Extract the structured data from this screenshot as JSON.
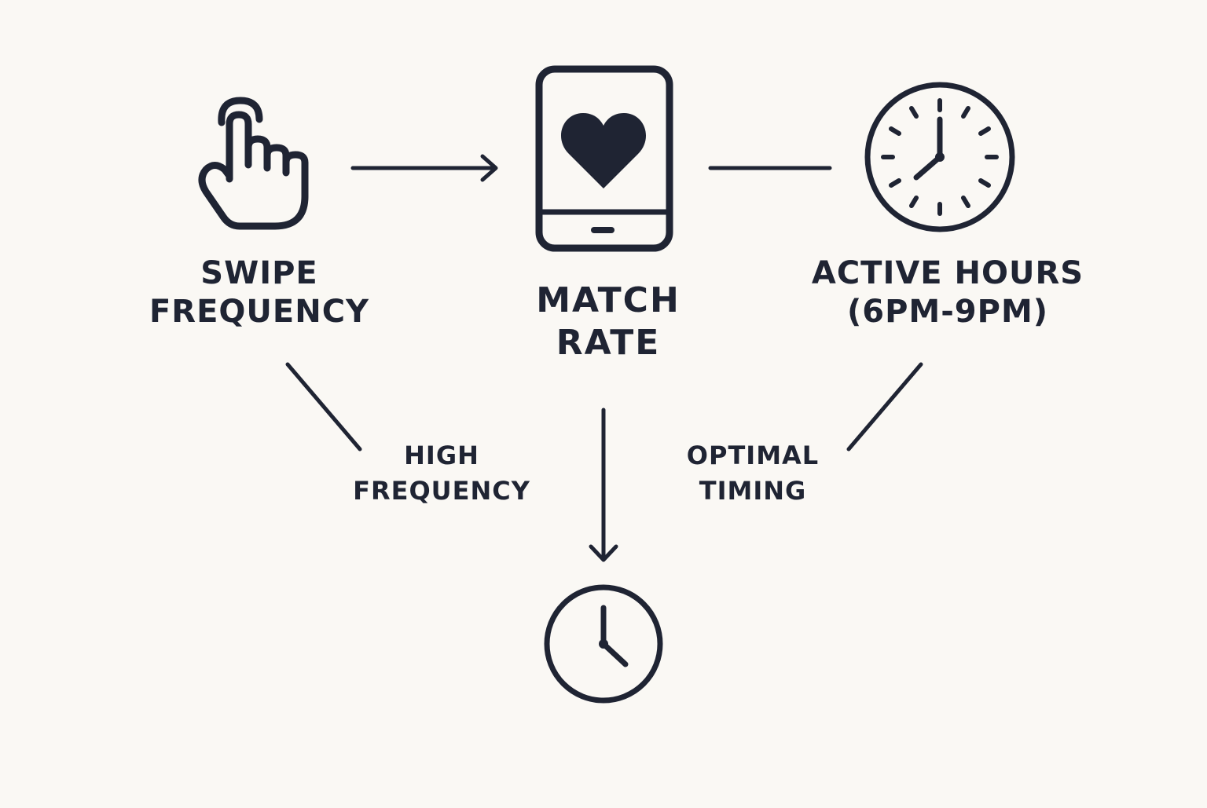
{
  "colors": {
    "background": "#faf8f4",
    "ink": "#1f2433"
  },
  "nodes": {
    "swipe": {
      "icon": "pointing-hand-icon",
      "line1": "SWIPE",
      "line2": "FREQUENCY"
    },
    "match": {
      "icon": "phone-heart-icon",
      "line1": "MATCH",
      "line2": "RATE"
    },
    "active": {
      "icon": "clock-icon",
      "line1": "ACTIVE HOURS",
      "line2": "(6PM-9PM)"
    },
    "result": {
      "icon": "clock-icon"
    }
  },
  "edges": {
    "high": {
      "line1": "HIGH",
      "line2": "FREQUENCY"
    },
    "optimal": {
      "line1": "OPTIMAL",
      "line2": "TIMING"
    }
  }
}
